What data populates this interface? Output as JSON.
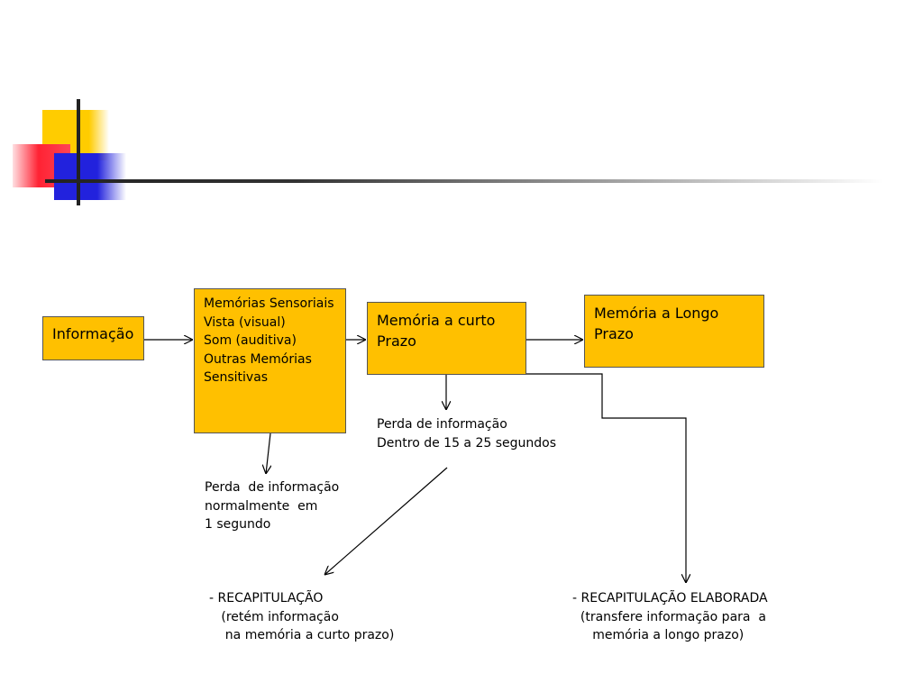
{
  "diagram": {
    "nodes": {
      "information": {
        "label": "Informação"
      },
      "sensory": {
        "label": "Memórias Sensoriais\nVista (visual)\nSom (auditiva)\nOutras Memórias\n Sensitivas"
      },
      "short_term": {
        "label": "Memória a curto\nPrazo"
      },
      "long_term": {
        "label": "Memória a Longo\nPrazo"
      }
    },
    "notes": {
      "sensory_loss": "Perda  de informação\nnormalmente  em\n1 segundo",
      "short_term_loss": "Perda de informação\nDentro de 15 a 25 segundos",
      "rehearsal": "- RECAPITULAÇÃO\n   (retém informação\n    na memória a curto prazo)",
      "elaborate_rehearsal": "- RECAPITULAÇÃO ELABORADA\n  (transfere informação para  a\n     memória a longo prazo)"
    },
    "edges": [
      {
        "from": "information",
        "to": "sensory"
      },
      {
        "from": "sensory",
        "to": "short_term"
      },
      {
        "from": "short_term",
        "to": "long_term"
      },
      {
        "from": "sensory",
        "to": "sensory_loss"
      },
      {
        "from": "short_term",
        "to": "short_term_loss"
      },
      {
        "from": "short_term_loss",
        "to": "rehearsal"
      },
      {
        "from": "short_term",
        "to": "elaborate_rehearsal"
      }
    ]
  },
  "colors": {
    "box_fill": "#ffc000",
    "box_border": "#555555",
    "arrow": "#000000"
  }
}
